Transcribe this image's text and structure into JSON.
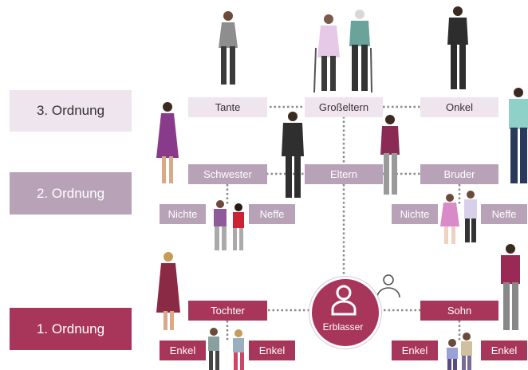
{
  "orders": {
    "third": "3. Ordnung",
    "second": "2. Ordnung",
    "first": "1. Ordnung"
  },
  "relatives": {
    "aunt": "Tante",
    "grandparents": "Großeltern",
    "uncle": "Onkel",
    "sister": "Schwester",
    "parents": "Eltern",
    "brother": "Bruder",
    "niece_left": "Nichte",
    "nephew_left": "Neffe",
    "niece_right": "Nichte",
    "nephew_right": "Neffe",
    "daughter": "Tochter",
    "son": "Sohn",
    "grandchild_1": "Enkel",
    "grandchild_2": "Enkel",
    "grandchild_3": "Enkel",
    "grandchild_4": "Enkel"
  },
  "deceased": {
    "label": "Erblasser",
    "icon": "person-icon"
  },
  "colors": {
    "third_order": "#efe5ee",
    "second_order": "#b8a2b8",
    "first_order": "#a8355a",
    "connector": "#8a8a8a"
  }
}
